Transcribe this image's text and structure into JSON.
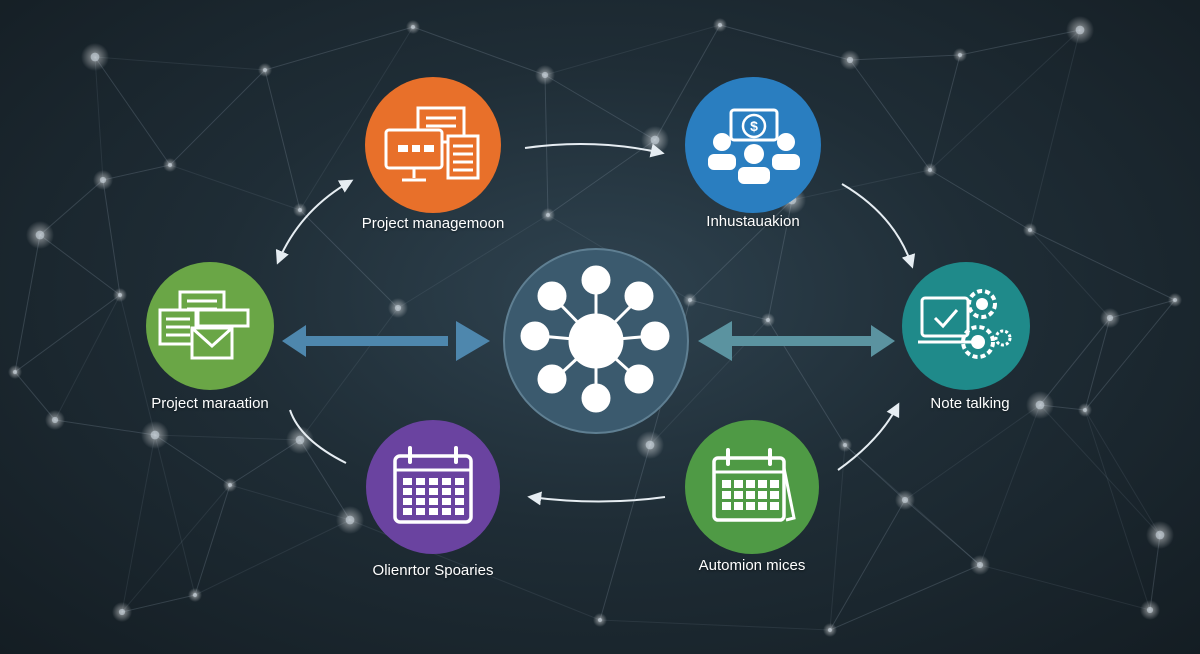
{
  "colors": {
    "background": "#1c2830",
    "orange": "#e8702a",
    "blue": "#2a7ec0",
    "green": "#6aa646",
    "teal": "#1f8a8a",
    "purple": "#6a43a0",
    "green2": "#4f9a45",
    "hub": "#3b5a6e",
    "left_arrow": "#4e87ad",
    "right_arrow": "#5b93a0"
  },
  "nodes": [
    {
      "id": "project-management",
      "label": "Project managemoon",
      "icon": "computer-documents-icon",
      "color": "#e8702a"
    },
    {
      "id": "inhustauakion",
      "label": "Inhustauakion",
      "icon": "team-dollar-icon",
      "color": "#2a7ec0"
    },
    {
      "id": "project-maraation",
      "label": "Project maraation",
      "icon": "documents-envelope-icon",
      "color": "#6aa646"
    },
    {
      "id": "note-talking",
      "label": "Note talking",
      "icon": "monitor-gears-icon",
      "color": "#1f8a8a"
    },
    {
      "id": "olienrtor-spoaries",
      "label": "Olienrtor Spoaries",
      "icon": "calendar-icon",
      "color": "#6a43a0"
    },
    {
      "id": "automion-mices",
      "label": "Automion mices",
      "icon": "calendar-check-icon",
      "color": "#4f9a45"
    }
  ],
  "hub": {
    "icon": "network-hub-icon"
  }
}
